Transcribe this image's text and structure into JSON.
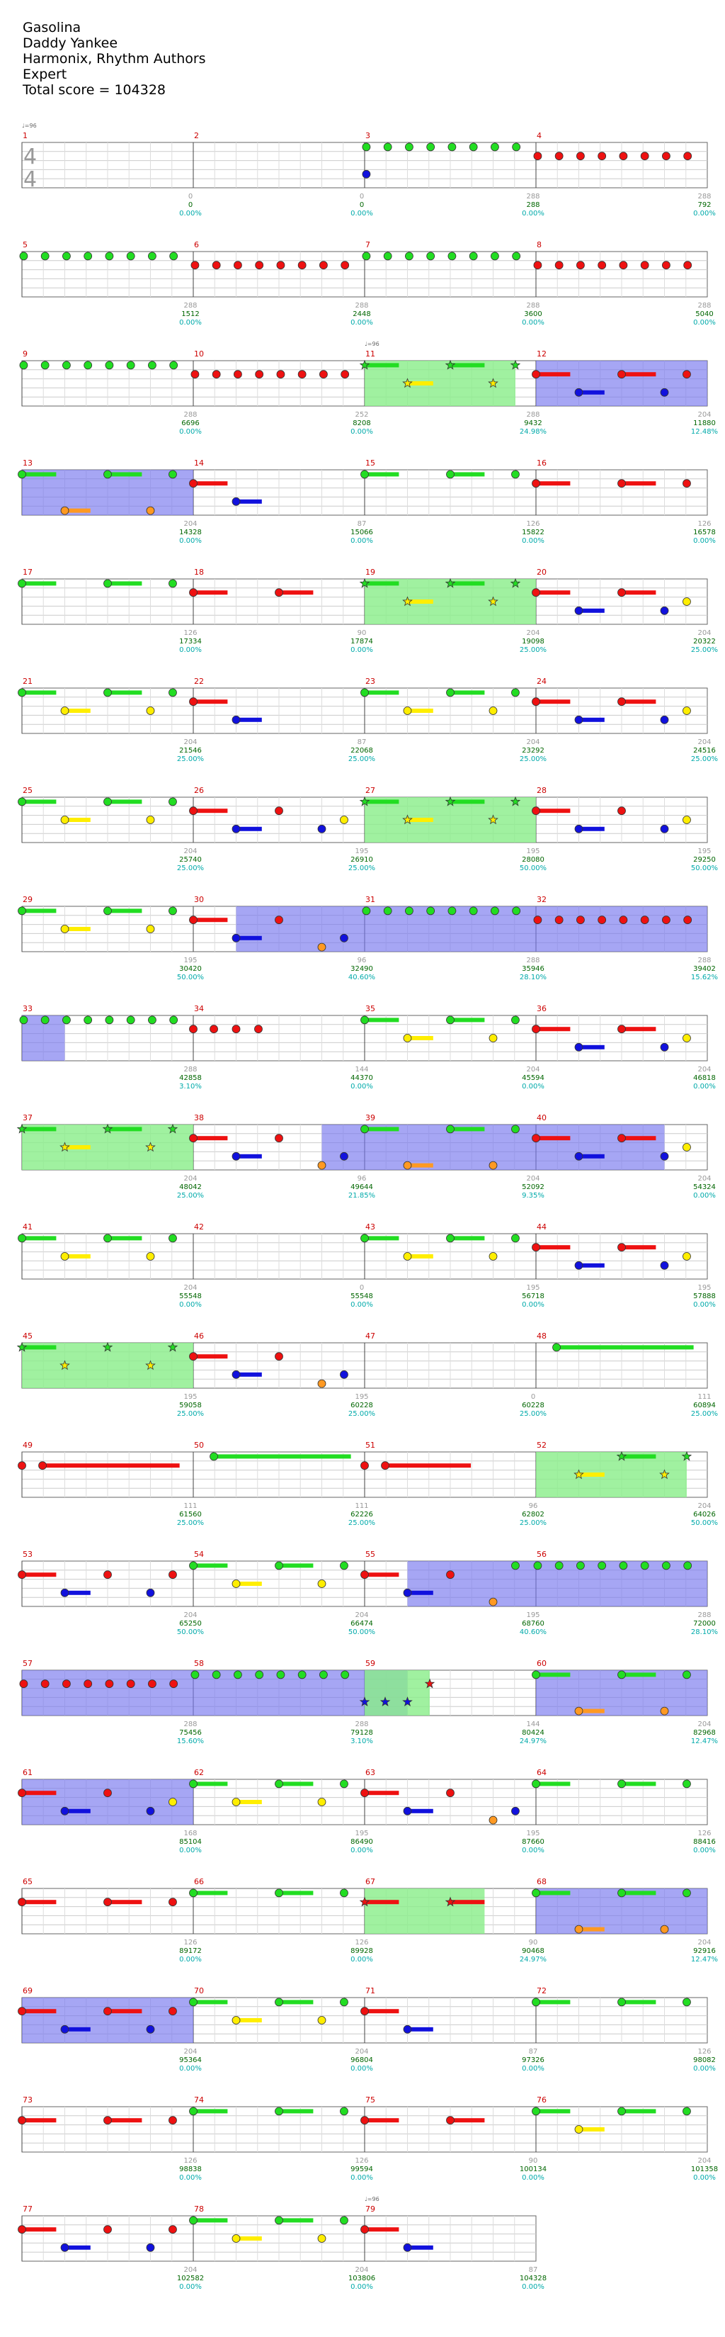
{
  "header": {
    "title": "Gasolina",
    "artist": "Daddy Yankee",
    "charter": "Harmonix, Rhythm Authors",
    "difficulty": "Expert",
    "total_score": "Total score = 104328"
  },
  "time_signature": [
    "4",
    "4"
  ],
  "tempo_marks": [
    {
      "measure": 1,
      "label": "♩=96"
    },
    {
      "measure": 11,
      "label": "♩=96"
    },
    {
      "measure": 79,
      "label": "♩=96"
    }
  ],
  "colors": {
    "green": "#22dd22",
    "red": "#ee1111",
    "yellow": "#ffee00",
    "blue": "#1111dd",
    "orange": "#ff9922",
    "sp_phrase": "#88ee88",
    "overdrive": "#7777ee",
    "measure_number": "#cc0000"
  },
  "measures": [
    {
      "n": 1,
      "s": [
        "0",
        "0",
        "0.00%"
      ]
    },
    {
      "n": 2,
      "s": [
        "0",
        "0",
        "0.00%"
      ]
    },
    {
      "n": 3,
      "s": [
        "288",
        "288",
        "0.00%"
      ]
    },
    {
      "n": 4,
      "s": [
        "288",
        "792",
        "0.00%"
      ]
    },
    {
      "n": 5,
      "s": [
        "288",
        "1512",
        "0.00%"
      ]
    },
    {
      "n": 6,
      "s": [
        "288",
        "2448",
        "0.00%"
      ]
    },
    {
      "n": 7,
      "s": [
        "288",
        "3600",
        "0.00%"
      ]
    },
    {
      "n": 8,
      "s": [
        "288",
        "5040",
        "0.00%"
      ]
    },
    {
      "n": 9,
      "s": [
        "288",
        "6696",
        "0.00%"
      ]
    },
    {
      "n": 10,
      "s": [
        "252",
        "8208",
        "0.00%"
      ]
    },
    {
      "n": 11,
      "s": [
        "288",
        "9432",
        "24.98%"
      ]
    },
    {
      "n": 12,
      "s": [
        "204",
        "11880",
        "12.48%"
      ]
    },
    {
      "n": 13,
      "s": [
        "204",
        "14328",
        "0.00%"
      ]
    },
    {
      "n": 14,
      "s": [
        "87",
        "15066",
        "0.00%"
      ]
    },
    {
      "n": 15,
      "s": [
        "126",
        "15822",
        "0.00%"
      ]
    },
    {
      "n": 16,
      "s": [
        "126",
        "16578",
        "0.00%"
      ]
    },
    {
      "n": 17,
      "s": [
        "126",
        "17334",
        "0.00%"
      ]
    },
    {
      "n": 18,
      "s": [
        "90",
        "17874",
        "0.00%"
      ]
    },
    {
      "n": 19,
      "s": [
        "204",
        "19098",
        "25.00%"
      ]
    },
    {
      "n": 20,
      "s": [
        "204",
        "20322",
        "25.00%"
      ]
    },
    {
      "n": 21,
      "s": [
        "204",
        "21546",
        "25.00%"
      ]
    },
    {
      "n": 22,
      "s": [
        "87",
        "22068",
        "25.00%"
      ]
    },
    {
      "n": 23,
      "s": [
        "204",
        "23292",
        "25.00%"
      ]
    },
    {
      "n": 24,
      "s": [
        "204",
        "24516",
        "25.00%"
      ]
    },
    {
      "n": 25,
      "s": [
        "204",
        "25740",
        "25.00%"
      ]
    },
    {
      "n": 26,
      "s": [
        "195",
        "26910",
        "25.00%"
      ]
    },
    {
      "n": 27,
      "s": [
        "195",
        "28080",
        "50.00%"
      ]
    },
    {
      "n": 28,
      "s": [
        "195",
        "29250",
        "50.00%"
      ]
    },
    {
      "n": 29,
      "s": [
        "195",
        "30420",
        "50.00%"
      ]
    },
    {
      "n": 30,
      "s": [
        "96",
        "32490",
        "40.60%"
      ]
    },
    {
      "n": 31,
      "s": [
        "288",
        "35946",
        "28.10%"
      ]
    },
    {
      "n": 32,
      "s": [
        "288",
        "39402",
        "15.62%"
      ]
    },
    {
      "n": 33,
      "s": [
        "288",
        "42858",
        "3.10%"
      ]
    },
    {
      "n": 34,
      "s": [
        "144",
        "44370",
        "0.00%"
      ]
    },
    {
      "n": 35,
      "s": [
        "204",
        "45594",
        "0.00%"
      ]
    },
    {
      "n": 36,
      "s": [
        "204",
        "46818",
        "0.00%"
      ]
    },
    {
      "n": 37,
      "s": [
        "204",
        "48042",
        "25.00%"
      ]
    },
    {
      "n": 38,
      "s": [
        "96",
        "49644",
        "21.85%"
      ]
    },
    {
      "n": 39,
      "s": [
        "204",
        "52092",
        "9.35%"
      ]
    },
    {
      "n": 40,
      "s": [
        "204",
        "54324",
        "0.00%"
      ]
    },
    {
      "n": 41,
      "s": [
        "204",
        "55548",
        "0.00%"
      ]
    },
    {
      "n": 42,
      "s": [
        "0",
        "55548",
        "0.00%"
      ]
    },
    {
      "n": 43,
      "s": [
        "195",
        "56718",
        "0.00%"
      ]
    },
    {
      "n": 44,
      "s": [
        "195",
        "57888",
        "0.00%"
      ]
    },
    {
      "n": 45,
      "s": [
        "195",
        "59058",
        "25.00%"
      ]
    },
    {
      "n": 46,
      "s": [
        "195",
        "60228",
        "25.00%"
      ]
    },
    {
      "n": 47,
      "s": [
        "0",
        "60228",
        "25.00%"
      ]
    },
    {
      "n": 48,
      "s": [
        "111",
        "60894",
        "25.00%"
      ]
    },
    {
      "n": 49,
      "s": [
        "111",
        "61560",
        "25.00%"
      ]
    },
    {
      "n": 50,
      "s": [
        "111",
        "62226",
        "25.00%"
      ]
    },
    {
      "n": 51,
      "s": [
        "96",
        "62802",
        "25.00%"
      ]
    },
    {
      "n": 52,
      "s": [
        "204",
        "64026",
        "50.00%"
      ]
    },
    {
      "n": 53,
      "s": [
        "204",
        "65250",
        "50.00%"
      ]
    },
    {
      "n": 54,
      "s": [
        "204",
        "66474",
        "50.00%"
      ]
    },
    {
      "n": 55,
      "s": [
        "195",
        "68760",
        "40.60%"
      ]
    },
    {
      "n": 56,
      "s": [
        "288",
        "72000",
        "28.10%"
      ]
    },
    {
      "n": 57,
      "s": [
        "288",
        "75456",
        "15.60%"
      ]
    },
    {
      "n": 58,
      "s": [
        "288",
        "79128",
        "3.10%"
      ]
    },
    {
      "n": 59,
      "s": [
        "144",
        "80424",
        "24.97%"
      ]
    },
    {
      "n": 60,
      "s": [
        "204",
        "82968",
        "12.47%"
      ]
    },
    {
      "n": 61,
      "s": [
        "168",
        "85104",
        "0.00%"
      ]
    },
    {
      "n": 62,
      "s": [
        "195",
        "86490",
        "0.00%"
      ]
    },
    {
      "n": 63,
      "s": [
        "195",
        "87660",
        "0.00%"
      ]
    },
    {
      "n": 64,
      "s": [
        "126",
        "88416",
        "0.00%"
      ]
    },
    {
      "n": 65,
      "s": [
        "126",
        "89172",
        "0.00%"
      ]
    },
    {
      "n": 66,
      "s": [
        "126",
        "89928",
        "0.00%"
      ]
    },
    {
      "n": 67,
      "s": [
        "90",
        "90468",
        "24.97%"
      ]
    },
    {
      "n": 68,
      "s": [
        "204",
        "92916",
        "12.47%"
      ]
    },
    {
      "n": 69,
      "s": [
        "204",
        "95364",
        "0.00%"
      ]
    },
    {
      "n": 70,
      "s": [
        "204",
        "96804",
        "0.00%"
      ]
    },
    {
      "n": 71,
      "s": [
        "87",
        "97326",
        "0.00%"
      ]
    },
    {
      "n": 72,
      "s": [
        "126",
        "98082",
        "0.00%"
      ]
    },
    {
      "n": 73,
      "s": [
        "126",
        "98838",
        "0.00%"
      ]
    },
    {
      "n": 74,
      "s": [
        "126",
        "99594",
        "0.00%"
      ]
    },
    {
      "n": 75,
      "s": [
        "90",
        "100134",
        "0.00%"
      ]
    },
    {
      "n": 76,
      "s": [
        "204",
        "101358",
        "0.00%"
      ]
    },
    {
      "n": 77,
      "s": [
        "204",
        "102582",
        "0.00%"
      ]
    },
    {
      "n": 78,
      "s": [
        "204",
        "103806",
        "0.00%"
      ]
    },
    {
      "n": 79,
      "s": [
        "87",
        "104328",
        "0.00%"
      ]
    }
  ]
}
